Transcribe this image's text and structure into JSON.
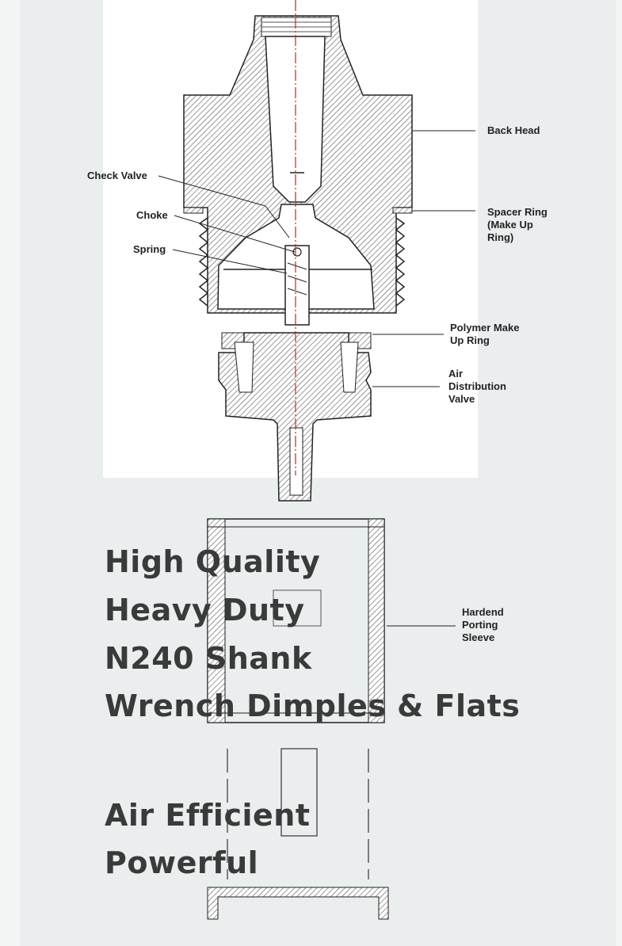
{
  "labels": {
    "back_head": "Back Head",
    "check_valve": "Check Valve",
    "choke": "Choke",
    "spring": "Spring",
    "spacer_ring": "Spacer Ring\n(Make Up\nRing)",
    "polymer_ring": "Polymer Make\nUp Ring",
    "air_distribution": "Air\nDistribution\nValve",
    "porting_sleeve": "Hardend\nPorting\nSleeve"
  },
  "features": [
    "High Quality",
    "Heavy Duty",
    "N240 Shank",
    "Wrench Dimples & Flats",
    "Air Efficient",
    "Powerful"
  ],
  "colors": {
    "page_bg": "#f3f5f5",
    "diagram_bg": "#ffffff",
    "hatch": "#555555",
    "outline": "#222222",
    "centerline": "#d42020",
    "headline_text": "#3a3a3a"
  }
}
